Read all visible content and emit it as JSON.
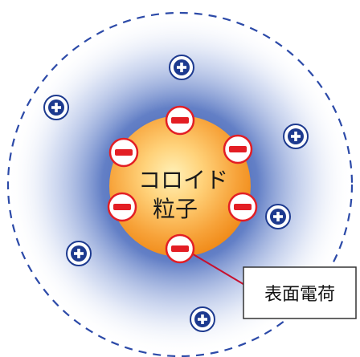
{
  "diagram": {
    "core_label_line1": "コロイド",
    "core_label_line2": "粒子",
    "callout_label": "表面電荷",
    "surface_charges": [
      {
        "sign": "negative",
        "icon": "minus-icon"
      },
      {
        "sign": "negative",
        "icon": "minus-icon"
      },
      {
        "sign": "negative",
        "icon": "minus-icon"
      },
      {
        "sign": "negative",
        "icon": "minus-icon"
      },
      {
        "sign": "negative",
        "icon": "minus-icon"
      },
      {
        "sign": "negative",
        "icon": "minus-icon"
      }
    ],
    "counter_ions": [
      {
        "sign": "positive",
        "icon": "plus-icon"
      },
      {
        "sign": "positive",
        "icon": "plus-icon"
      },
      {
        "sign": "positive",
        "icon": "plus-icon"
      },
      {
        "sign": "positive",
        "icon": "plus-icon"
      },
      {
        "sign": "positive",
        "icon": "plus-icon"
      },
      {
        "sign": "positive",
        "icon": "plus-icon"
      }
    ],
    "colors": {
      "cloud_inner": "#1f3f9a",
      "cloud_outer": "#ffffff",
      "core_center": "#fff1b8",
      "core_edge": "#f08a18",
      "negative": "#e31e24",
      "positive": "#1d3a8f",
      "boundary": "#2c4aa8",
      "callout_line": "#c8102e"
    }
  }
}
